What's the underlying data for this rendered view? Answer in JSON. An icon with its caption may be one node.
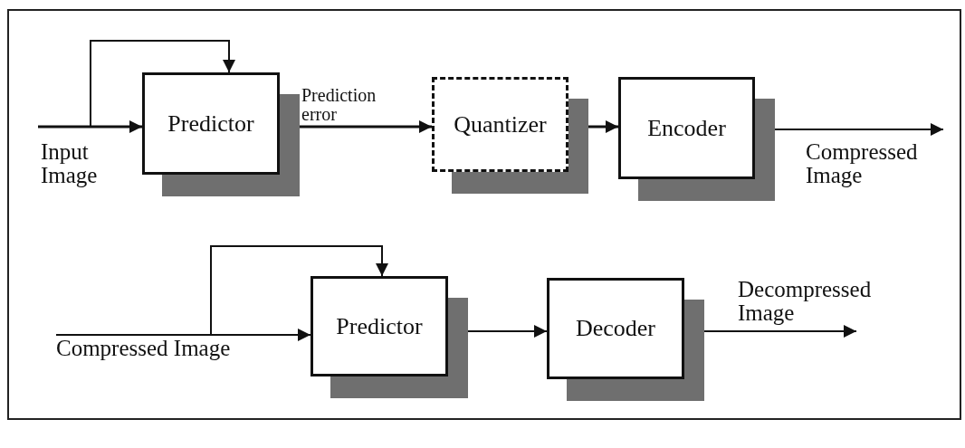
{
  "diagram": {
    "nodes": [
      {
        "text": [
          "Input Image"
        ]
      },
      {
        "text": [
          "Predictor"
        ]
      },
      {
        "text": [
          "Quantizer"
        ]
      },
      {
        "text": [
          "Encoder"
        ]
      },
      {
        "text": [
          "Compressed Image"
        ]
      },
      {
        "text": [
          "Compressed Image"
        ]
      },
      {
        "text": [
          "Predictor"
        ]
      },
      {
        "text": [
          "Decoder"
        ]
      },
      {
        "text": [
          "Decompressed Image"
        ]
      }
    ],
    "edges": [
      {
        "from": 0,
        "to": 1,
        "arrow": "to"
      },
      {
        "from": 0,
        "to": 1,
        "arrow": "to"
      },
      {
        "from": 1,
        "to": 2,
        "arrow": "to",
        "label": "Prediction error"
      },
      {
        "from": 2,
        "to": 3,
        "arrow": "to"
      },
      {
        "from": 3,
        "to": 4,
        "arrow": "to"
      },
      {
        "from": 5,
        "to": 6,
        "arrow": "to"
      },
      {
        "from": 5,
        "to": 6,
        "arrow": "to"
      },
      {
        "from": 6,
        "to": 7,
        "arrow": "to"
      },
      {
        "from": 7,
        "to": 8,
        "arrow": "to"
      }
    ]
  }
}
